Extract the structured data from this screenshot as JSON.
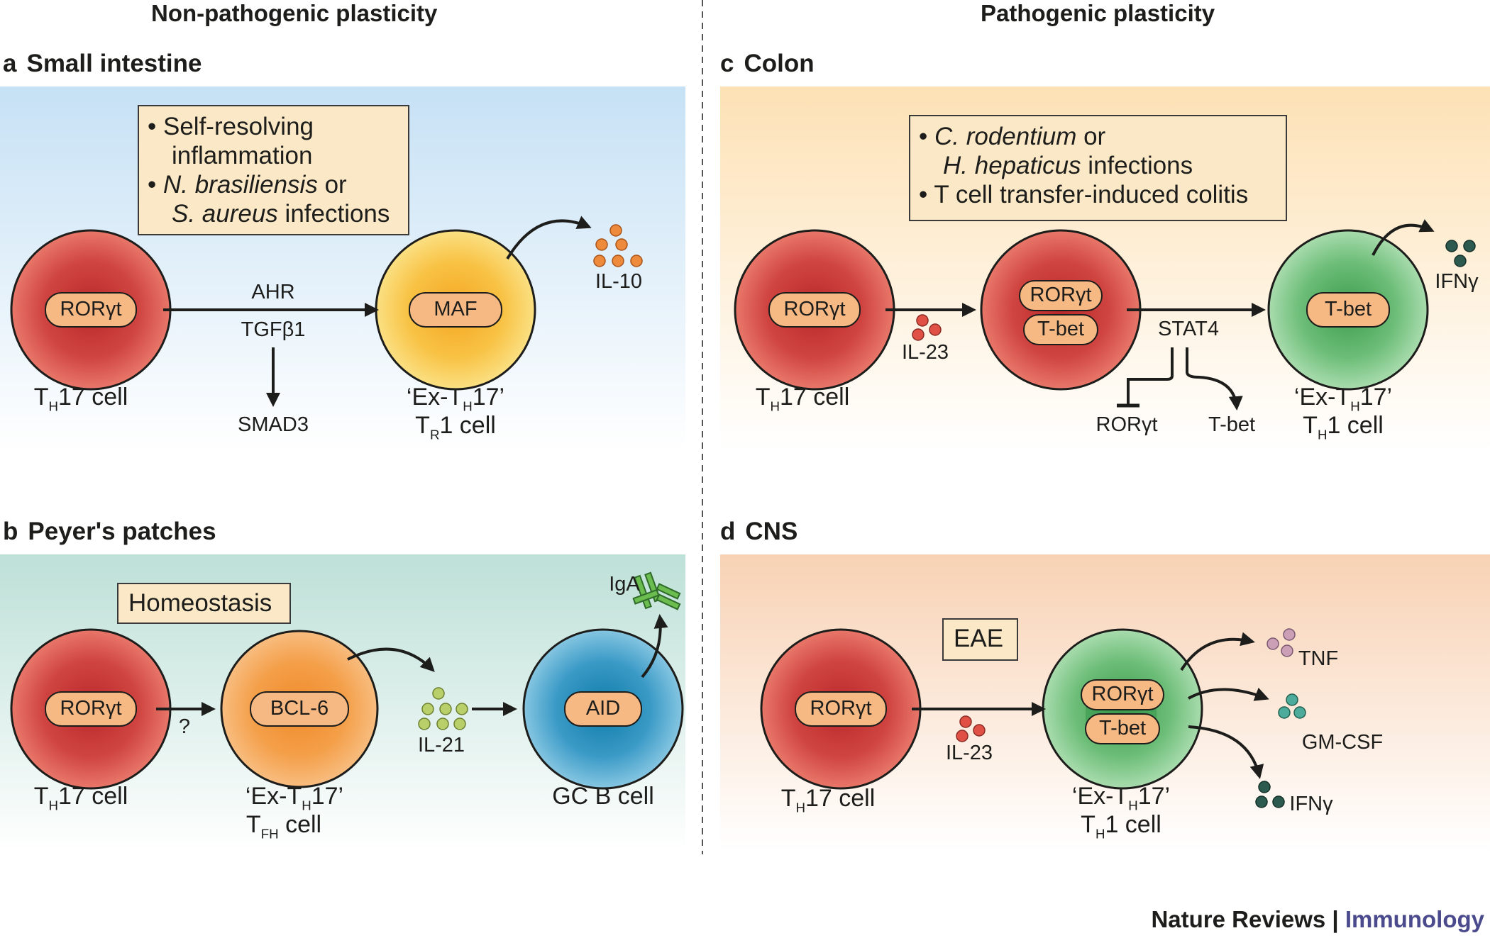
{
  "columns": {
    "left_title": "Non-pathogenic plasticity",
    "right_title": "Pathogenic plasticity"
  },
  "panels": {
    "a": {
      "letter": "a",
      "title": "Small intestine",
      "context": {
        "line1": "• Self-resolving",
        "line2": "inflammation",
        "line3_italic": "N. brasiliensis",
        "line3_rest": " or",
        "line4_italic": "S. aureus",
        "line4_rest": " infections"
      },
      "cell1": {
        "factor": "RORγt",
        "name_pre": "T",
        "name_sub": "H",
        "name_post": "17 cell"
      },
      "arrow_top": "AHR",
      "arrow_bottom": "TGFβ1",
      "down_label": "SMAD3",
      "cell2": {
        "factor": "MAF",
        "line1_pre": "‘Ex-T",
        "line1_sub": "H",
        "line1_post": "17’",
        "line2_pre": "T",
        "line2_sub": "R",
        "line2_post": "1 cell"
      },
      "cytokine": "IL-10"
    },
    "b": {
      "letter": "b",
      "title": "Peyer's patches",
      "context": "Homeostasis",
      "cell1": {
        "factor": "RORγt",
        "name_pre": "T",
        "name_sub": "H",
        "name_post": "17 cell"
      },
      "arrow_label": "?",
      "cell2": {
        "factor": "BCL-6",
        "line1_pre": "‘Ex-T",
        "line1_sub": "H",
        "line1_post": "17’",
        "line2_pre": "T",
        "line2_sub": "FH",
        "line2_post": " cell"
      },
      "cytokine": "IL-21",
      "cell3": {
        "factor": "AID",
        "name": "GC B cell"
      },
      "antibody": "IgA"
    },
    "c": {
      "letter": "c",
      "title": "Colon",
      "context": {
        "line1_italic": "C. rodentium",
        "line1_rest": " or",
        "line2_italic": "H. hepaticus",
        "line2_rest": " infections",
        "line3": "• T cell transfer-induced colitis"
      },
      "cell1": {
        "factor": "RORγt",
        "name_pre": "T",
        "name_sub": "H",
        "name_post": "17 cell"
      },
      "cytokine1": "IL-23",
      "cell2": {
        "factor1": "RORγt",
        "factor2": "T-bet"
      },
      "arrow_label": "STAT4",
      "inhibit_label": "RORγt",
      "promote_label": "T-bet",
      "cell3": {
        "factor": "T-bet",
        "line1_pre": "‘Ex-T",
        "line1_sub": "H",
        "line1_post": "17’",
        "line2_pre": "T",
        "line2_sub": "H",
        "line2_post": "1 cell"
      },
      "cytokine2": "IFNγ"
    },
    "d": {
      "letter": "d",
      "title": "CNS",
      "context": "EAE",
      "cell1": {
        "factor": "RORγt",
        "name_pre": "T",
        "name_sub": "H",
        "name_post": "17 cell"
      },
      "cytokine": "IL-23",
      "cell2": {
        "factor1": "RORγt",
        "factor2": "T-bet",
        "line1_pre": "‘Ex-T",
        "line1_sub": "H",
        "line1_post": "17’",
        "line2_pre": "T",
        "line2_sub": "H",
        "line2_post": "1 cell"
      },
      "outputs": [
        "TNF",
        "GM-CSF",
        "IFNγ"
      ]
    }
  },
  "footer": {
    "brand": "Nature Reviews",
    "separator": " | ",
    "journal": "Immunology"
  },
  "colors": {
    "panel_a": "#c9e3f5",
    "panel_b": "#bfe1d9",
    "panel_c": "#fde3b9",
    "panel_d": "#f9d6bb",
    "th17_cell": "#d9544b",
    "maf_cell": "#f8c44a",
    "tfh_cell": "#f59f4c",
    "gcb_cell": "#3d9cc9",
    "th1_cell": "#6cbd78",
    "il10_dot": "#ee8a3c",
    "il21_dot": "#b8cf6a",
    "il23_dot": "#e05045",
    "ifng_dot": "#2d5a4e",
    "tnf_dot": "#cba0b7",
    "gmcsf_dot": "#4cab9a",
    "iga": "#5fae4c"
  }
}
